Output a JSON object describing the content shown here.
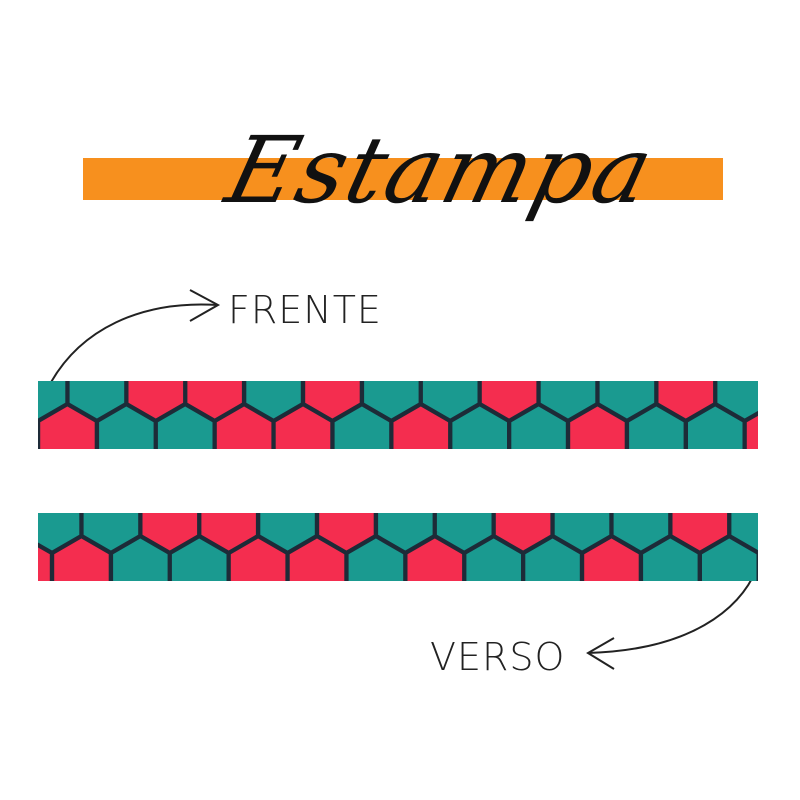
{
  "title": "Estampa",
  "front_label": "FRENTE",
  "back_label": "VERSO",
  "colors": {
    "accent_bar": "#f7901e",
    "hex_red": "#f42d4f",
    "hex_teal": "#1a9a90",
    "hex_outline": "#1d2b38",
    "ink": "#222222"
  },
  "icons": {
    "front_arrow": "curved-arrow-icon",
    "back_arrow": "curved-arrow-icon"
  }
}
